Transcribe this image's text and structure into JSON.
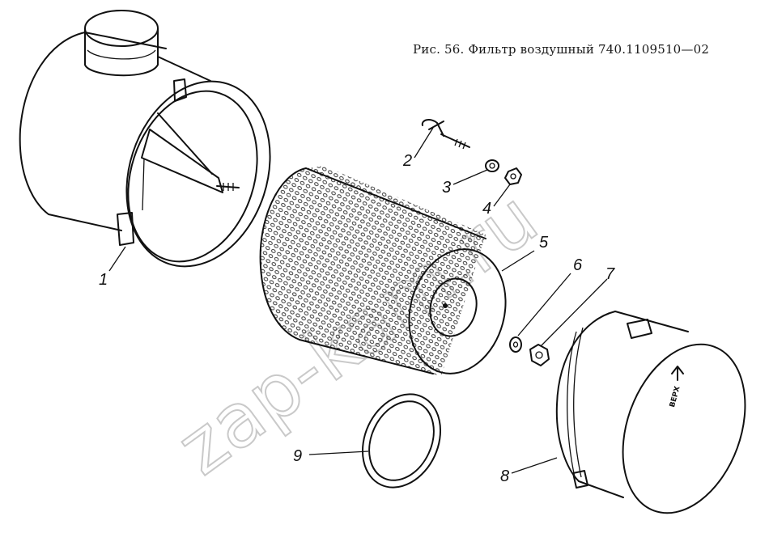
{
  "title": "Рис. 56. Фильтр воздушный 740.1109510—02",
  "watermark": "zap-kam.ru",
  "cover_label": "ВЕРХ",
  "callouts": [
    "1",
    "2",
    "3",
    "4",
    "5",
    "6",
    "7",
    "8",
    "9"
  ],
  "colors": {
    "line": "#111111",
    "watermark": "#c9c9c9",
    "background": "#ffffff"
  }
}
